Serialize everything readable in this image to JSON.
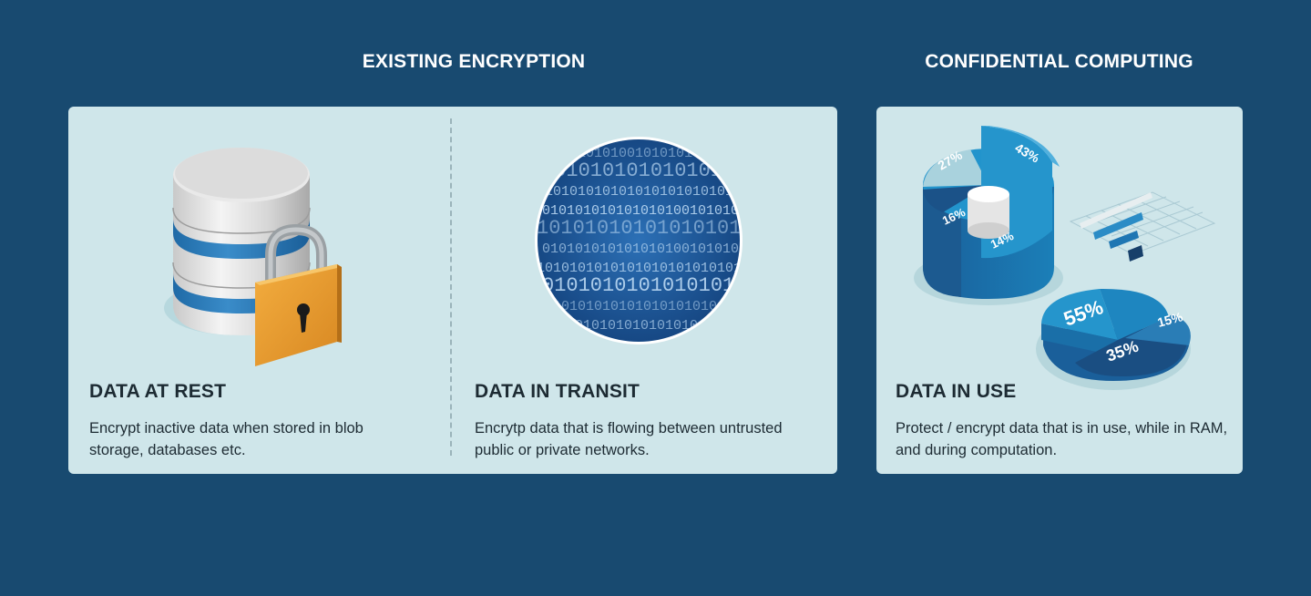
{
  "headings": {
    "existing": "EXISTING ENCRYPTION",
    "confidential": "CONFIDENTIAL COMPUTING"
  },
  "panels": [
    {
      "title": "DATA AT REST",
      "description": "Encrypt inactive data when stored in blob storage, databases etc.",
      "icon": "database-lock-icon"
    },
    {
      "title": "DATA IN TRANSIT",
      "description": "Encrytp data that is flowing between untrusted public or private networks.",
      "icon": "binary-stream-icon"
    },
    {
      "title": "DATA IN USE",
      "description": "Protect / encrypt data that is in use, while in RAM, and during computation.",
      "icon": "pie-charts-icon"
    }
  ],
  "binary_rows": [
    "01010101010",
    "101010101010101",
    "0101010101010101",
    "01010101010101010",
    "1010101010101010101",
    "01010101010101010",
    "101010101010101010",
    "0101010101010101",
    "10101010101010",
    "010101010101"
  ],
  "illustration_labels": {
    "cylinder": [
      "27%",
      "43%",
      "16%",
      "14%"
    ],
    "pie": [
      "55%",
      "15%",
      "35%"
    ]
  },
  "colors": {
    "background": "#184a70",
    "card": "#cfe6ea",
    "stripe_blue": "#2578b5",
    "lock_orange": "#e6992e",
    "chart_blue": "#1f87c0",
    "chart_dark": "#1a4e82"
  }
}
